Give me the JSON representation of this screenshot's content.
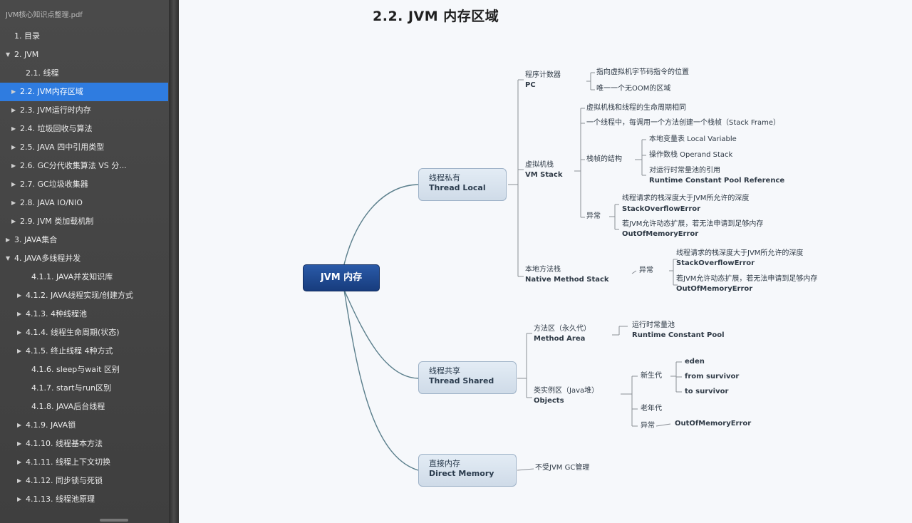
{
  "sidebar": {
    "app_title": "JVM核心知识点整理.pdf",
    "items": [
      {
        "label": "1. 目录",
        "arrow": "",
        "indent": 0,
        "selected": false
      },
      {
        "label": "2. JVM",
        "arrow": "▼",
        "indent": 0,
        "selected": false
      },
      {
        "label": "2.1. 线程",
        "arrow": "",
        "indent": 2,
        "selected": false
      },
      {
        "label": "2.2. JVM内存区域",
        "arrow": "▶",
        "indent": 1,
        "selected": true
      },
      {
        "label": "2.3. JVM运行时内存",
        "arrow": "▶",
        "indent": 1,
        "selected": false
      },
      {
        "label": "2.4. 垃圾回收与算法",
        "arrow": "▶",
        "indent": 1,
        "selected": false
      },
      {
        "label": "2.5. JAVA 四中引用类型",
        "arrow": "▶",
        "indent": 1,
        "selected": false
      },
      {
        "label": "2.6. GC分代收集算法  VS 分...",
        "arrow": "▶",
        "indent": 1,
        "selected": false
      },
      {
        "label": "2.7. GC垃圾收集器",
        "arrow": "▶",
        "indent": 1,
        "selected": false
      },
      {
        "label": "2.8.  JAVA IO/NIO",
        "arrow": "▶",
        "indent": 1,
        "selected": false
      },
      {
        "label": "2.9.  JVM 类加载机制",
        "arrow": "▶",
        "indent": 1,
        "selected": false
      },
      {
        "label": "3. JAVA集合",
        "arrow": "▶",
        "indent": 0,
        "selected": false
      },
      {
        "label": "4. JAVA多线程并发",
        "arrow": "▼",
        "indent": 0,
        "selected": false
      },
      {
        "label": "4.1.1. JAVA并发知识库",
        "arrow": "",
        "indent": 3,
        "selected": false
      },
      {
        "label": "4.1.2. JAVA线程实现/创建方式",
        "arrow": "▶",
        "indent": 2,
        "selected": false
      },
      {
        "label": "4.1.3. 4种线程池",
        "arrow": "▶",
        "indent": 2,
        "selected": false
      },
      {
        "label": "4.1.4. 线程生命周期(状态)",
        "arrow": "▶",
        "indent": 2,
        "selected": false
      },
      {
        "label": "4.1.5. 终止线程 4种方式",
        "arrow": "▶",
        "indent": 2,
        "selected": false
      },
      {
        "label": "4.1.6. sleep与wait 区别",
        "arrow": "",
        "indent": 3,
        "selected": false
      },
      {
        "label": "4.1.7. start与run区别",
        "arrow": "",
        "indent": 3,
        "selected": false
      },
      {
        "label": "4.1.8. JAVA后台线程",
        "arrow": "",
        "indent": 3,
        "selected": false
      },
      {
        "label": "4.1.9. JAVA锁",
        "arrow": "▶",
        "indent": 2,
        "selected": false
      },
      {
        "label": "4.1.10. 线程基本方法",
        "arrow": "▶",
        "indent": 2,
        "selected": false
      },
      {
        "label": "4.1.11. 线程上下文切换",
        "arrow": "▶",
        "indent": 2,
        "selected": false
      },
      {
        "label": "4.1.12. 同步锁与死锁",
        "arrow": "▶",
        "indent": 2,
        "selected": false
      },
      {
        "label": "4.1.13. 线程池原理",
        "arrow": "▶",
        "indent": 2,
        "selected": false
      }
    ]
  },
  "page": {
    "title": "2.2. JVM 内存区域"
  },
  "mindmap": {
    "root": "JVM 内存",
    "thread_local": {
      "zh": "线程私有",
      "en": "Thread Local"
    },
    "thread_shared": {
      "zh": "线程共享",
      "en": "Thread Shared"
    },
    "direct_memory": {
      "zh": "直接内存",
      "en": "Direct Memory"
    },
    "pc": {
      "zh": "程序计数器",
      "en": "PC"
    },
    "pc_note1": "指向虚拟机字节码指令的位置",
    "pc_note2": "唯一一个无OOM的区域",
    "vm_stack": {
      "zh": "虚拟机栈",
      "en": "VM Stack"
    },
    "vm_stack_note1": "虚拟机栈和线程的生命周期相同",
    "vm_stack_note2": "一个线程中，每调用一个方法创建一个栈帧（Stack Frame）",
    "frame_label": "栈帧的结构",
    "local_vars": "本地变量表 Local Variable",
    "operand_stack": "操作数栈 Operand Stack",
    "runtime_ref1": "对运行时常量池的引用",
    "runtime_ref2": "Runtime Constant Pool Reference",
    "exception_label": "异常",
    "so_note": "线程请求的栈深度大于JVM所允许的深度",
    "so_err": "StackOverflowError",
    "oom_note": "若JVM允许动态扩展，若无法申请到足够内存",
    "oom_err": "OutOfMemoryError",
    "native_stack": {
      "zh": "本地方法栈",
      "en": "Native Method Stack"
    },
    "native_exc": "异常",
    "native_so_note": "线程请求的栈深度大于JVM所允许的深度",
    "native_so_err": "StackOverflowError",
    "native_oom_note": "若JVM允许动态扩展，若无法申请到足够内存",
    "native_oom_err": "OutOfMemoryError",
    "method_area": {
      "zh": "方法区（永久代）",
      "en": "Method Area"
    },
    "const_pool1": "运行时常量池",
    "const_pool2": "Runtime Constant Pool",
    "heap": {
      "zh": "类实例区（Java堆）",
      "en": "Objects"
    },
    "young": "新生代",
    "eden": "eden",
    "from_survivor": "from survivor",
    "to_survivor": "to survivor",
    "old": "老年代",
    "heap_exc": "异常",
    "heap_oom": "OutOfMemoryError",
    "direct_note": "不受JVM GC管理"
  }
}
